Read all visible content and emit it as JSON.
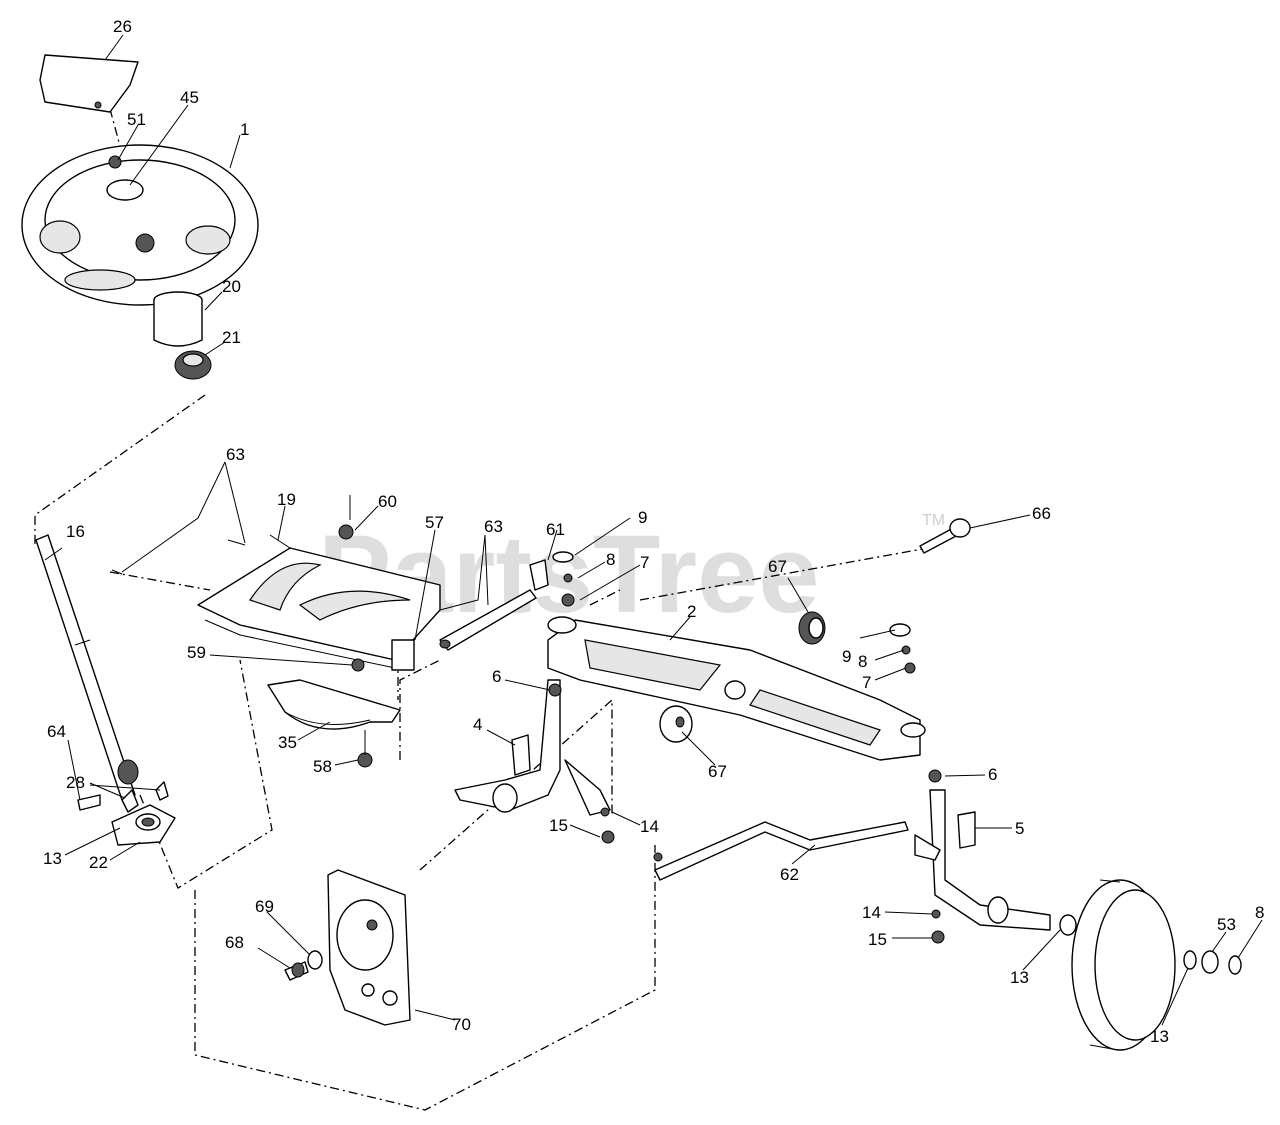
{
  "watermark": {
    "text": "PartsTree",
    "tm": "TM"
  },
  "callouts": [
    {
      "id": "c26",
      "label": "26"
    },
    {
      "id": "c45",
      "label": "45"
    },
    {
      "id": "c51",
      "label": "51"
    },
    {
      "id": "c1",
      "label": "1"
    },
    {
      "id": "c20",
      "label": "20"
    },
    {
      "id": "c21",
      "label": "21"
    },
    {
      "id": "c63a",
      "label": "63"
    },
    {
      "id": "c19",
      "label": "19"
    },
    {
      "id": "c60",
      "label": "60"
    },
    {
      "id": "c57",
      "label": "57"
    },
    {
      "id": "c63b",
      "label": "63"
    },
    {
      "id": "c61",
      "label": "61"
    },
    {
      "id": "c9a",
      "label": "9"
    },
    {
      "id": "c8a",
      "label": "8"
    },
    {
      "id": "c7a",
      "label": "7"
    },
    {
      "id": "c66",
      "label": "66"
    },
    {
      "id": "c67a",
      "label": "67"
    },
    {
      "id": "c2",
      "label": "2"
    },
    {
      "id": "c9b",
      "label": "9"
    },
    {
      "id": "c8b",
      "label": "8"
    },
    {
      "id": "c7b",
      "label": "7"
    },
    {
      "id": "c16",
      "label": "16"
    },
    {
      "id": "c59",
      "label": "59"
    },
    {
      "id": "c6a",
      "label": "6"
    },
    {
      "id": "c4",
      "label": "4"
    },
    {
      "id": "c35",
      "label": "35"
    },
    {
      "id": "c58",
      "label": "58"
    },
    {
      "id": "c67b",
      "label": "67"
    },
    {
      "id": "c6b",
      "label": "6"
    },
    {
      "id": "c64",
      "label": "64"
    },
    {
      "id": "c28",
      "label": "28"
    },
    {
      "id": "c15a",
      "label": "15"
    },
    {
      "id": "c14a",
      "label": "14"
    },
    {
      "id": "c5",
      "label": "5"
    },
    {
      "id": "c13a",
      "label": "13"
    },
    {
      "id": "c22",
      "label": "22"
    },
    {
      "id": "c62",
      "label": "62"
    },
    {
      "id": "c69",
      "label": "69"
    },
    {
      "id": "c14b",
      "label": "14"
    },
    {
      "id": "c8c",
      "label": "8"
    },
    {
      "id": "c53",
      "label": "53"
    },
    {
      "id": "c68",
      "label": "68"
    },
    {
      "id": "c15b",
      "label": "15"
    },
    {
      "id": "c13b",
      "label": "13"
    },
    {
      "id": "c70",
      "label": "70"
    },
    {
      "id": "c13c",
      "label": "13"
    }
  ]
}
